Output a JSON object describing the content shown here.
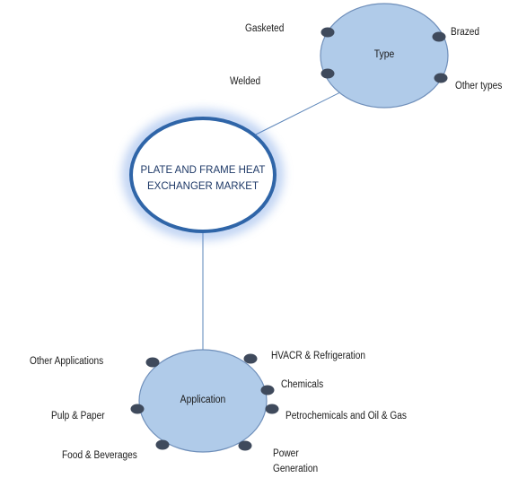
{
  "center": {
    "title": "PLATE AND FRAME HEAT\nEXCHANGER  MARKET"
  },
  "type_hub": {
    "label": "Type",
    "items": [
      "Gasketed",
      "Brazed",
      "Welded",
      "Other types"
    ]
  },
  "application_hub": {
    "label": "Application",
    "items": [
      "Other Applications",
      "HVACR & Refrigeration",
      "Chemicals",
      "Pulp & Paper",
      "Petrochemicals and Oil & Gas",
      "Food & Beverages",
      "Power\nGeneration"
    ]
  },
  "colors": {
    "hub_fill": "#b0cbe9",
    "hub_stroke": "#6f8fba",
    "center_stroke": "#2f65a8",
    "center_glow": "#5d8fe0",
    "connector": "#5a84b8",
    "dot": "#3f4a5c",
    "center_text": "#1f3a68"
  }
}
